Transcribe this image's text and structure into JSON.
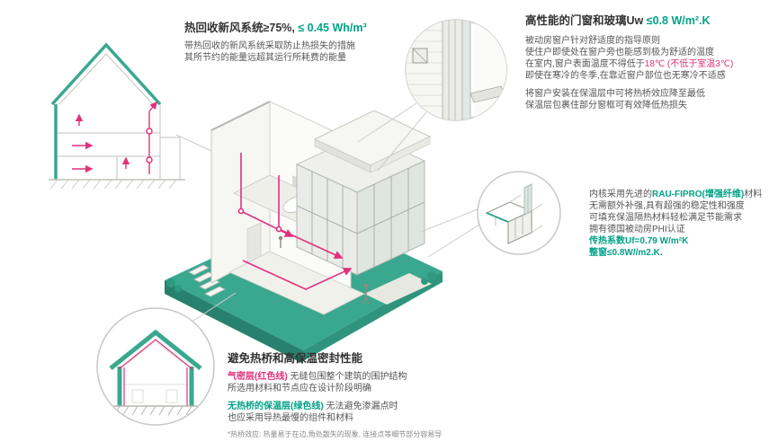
{
  "colors": {
    "teal_text": "#00a287",
    "teal_illustration": "#3aa88e",
    "teal_dark": "#27816c",
    "accent_red": "#e0317b"
  },
  "hrv_block": {
    "title_main": "热回收新风系统≥75%,",
    "title_value": " ≤ 0.45 Wh/m³",
    "line1": "带热回收的新风系统采取防止热损失的措施",
    "line2": "其所节约的能量远超其运行所耗费的能量"
  },
  "window_block": {
    "title_main": "高性能的门窗和玻璃Uw ",
    "title_value": "≤0.8 W/m².K",
    "p1_line1": "被动房窗户针对舒适度的指导原则",
    "p1_line2": "使住户即使处在窗户旁也能感到极为舒适的温度",
    "p1_line3_pre": "在室内,窗户表面温度不得低于",
    "p1_line3_red": "18℃ (不低于室温3℃)",
    "p1_line4": "即使在寒冷的冬季,在靠近窗户部位也无寒冷不适感",
    "p2_line1": "将窗户安装在保温层中可将热桥效应降至最低",
    "p2_line2": "保温层包裹住部分窗框可有效降低热损失"
  },
  "profile_block": {
    "line1_pre": "内核采用先进的",
    "line1_teal": "RAU-FIPRO(增强纤维)",
    "line1_post": "材料",
    "line2": "无需额外补强,具有超强的稳定性和强度",
    "line3": "可填充保温隔热材料轻松满足节能需求",
    "line4": "拥有德国被动房PHI认证",
    "line5": "传热系数Uf=0.79 W/m²K",
    "line6": "整窗≤0.8W//m2.K."
  },
  "thermal_block": {
    "title": "避免热桥和高保温密封性能",
    "p1_red": "气密层(红色线)",
    "p1_rest": " 无缝包围整个建筑的围护结构",
    "p1_line2": "所选用材料和节点应在设计阶段明确",
    "p2_teal": "无热桥的保温层(绿色线)",
    "p2_rest": " 无法避免渗漏点时",
    "p2_line2": "也应采用导热最慢的组件和材料",
    "footnote": "*热桥效应: 热量易于在边,角处散失的现象, 连接点等细节部分容易导"
  }
}
